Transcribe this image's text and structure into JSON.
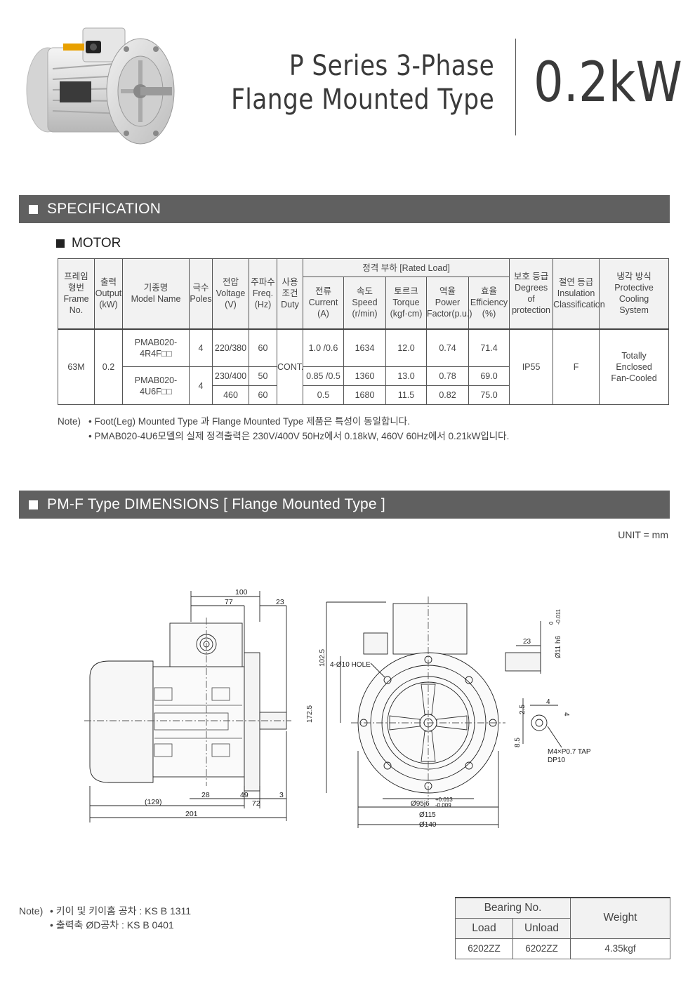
{
  "header": {
    "title_line1": "P  Series 3-Phase",
    "title_line2": "Flange Mounted Type",
    "power": "0.2kW"
  },
  "specification": {
    "section_title": "SPECIFICATION",
    "subsection": "MOTOR",
    "columns": {
      "frame": [
        "프레임",
        "형번",
        "Frame",
        "No."
      ],
      "output": [
        "출력",
        "Output",
        "(kW)"
      ],
      "model": [
        "기종명",
        "Model Name"
      ],
      "poles": [
        "극수",
        "Poles"
      ],
      "voltage": [
        "전압",
        "Voltage",
        "(V)"
      ],
      "freq": [
        "주파수",
        "Freq.",
        "(Hz)"
      ],
      "duty": [
        "사용",
        "조건",
        "Duty"
      ],
      "rated_load": "정격 부하 [Rated Load]",
      "current": [
        "전류",
        "Current",
        "(A)"
      ],
      "speed": [
        "속도",
        "Speed",
        "(r/min)"
      ],
      "torque": [
        "토르크",
        "Torque",
        "(kgf·cm)"
      ],
      "power_factor": [
        "역율",
        "Power",
        "Factor(p.u.)"
      ],
      "efficiency": [
        "효율",
        "Efficiency",
        "(%)"
      ],
      "protection": [
        "보호 등급",
        "Degrees",
        "of",
        "protection"
      ],
      "insulation": [
        "절연 등급",
        "Insulation",
        "Classification"
      ],
      "cooling": [
        "냉각 방식",
        "Protective",
        "Cooling",
        "System"
      ]
    },
    "row_common": {
      "frame": "63M",
      "output": "0.2",
      "duty": "CONT.",
      "protection": "IP55",
      "insulation": "F",
      "cooling": [
        "Totally",
        "Enclosed",
        "Fan-Cooled"
      ]
    },
    "models": [
      {
        "model": [
          "PMAB020-",
          "4R4F□□"
        ],
        "poles": "4",
        "rows": [
          {
            "voltage": "220/380",
            "freq": "60",
            "current": "1.0 /0.6",
            "speed": "1634",
            "torque": "12.0",
            "pf": "0.74",
            "eff": "71.4"
          }
        ]
      },
      {
        "model": [
          "PMAB020-",
          "4U6F□□"
        ],
        "poles": "4",
        "rows": [
          {
            "voltage": "230/400",
            "freq": "50",
            "current": "0.85 /0.5",
            "speed": "1360",
            "torque": "13.0",
            "pf": "0.78",
            "eff": "69.0"
          },
          {
            "voltage": "460",
            "freq": "60",
            "current": "0.5",
            "speed": "1680",
            "torque": "11.5",
            "pf": "0.82",
            "eff": "75.0"
          }
        ]
      }
    ],
    "note_label": "Note)",
    "notes": [
      "• Foot(Leg) Mounted Type 과 Flange Mounted Type 제품은 특성이 동일합니다.",
      "• PMAB020-4U6모델의 실제 정격출력은 230V/400V 50Hz에서 0.18kW, 460V 60Hz에서 0.21kW입니다."
    ]
  },
  "dimensions": {
    "section_title": "PM-F Type DIMENSIONS [ Flange Mounted Type ]",
    "unit": "UNIT = mm",
    "labels": {
      "d100": "100",
      "d77": "77",
      "d23": "23",
      "d129": "(129)",
      "d201": "201",
      "d28": "28",
      "d49": "49",
      "d72": "72",
      "d3": "3",
      "d172_5": "172.5",
      "d102_5": "102.5",
      "hole": "4-Ø10 HOLE",
      "d95": "Ø95j6",
      "d95_tol_up": "+0.013",
      "d95_tol_dn": "-0.009",
      "d115": "Ø115",
      "d140": "Ø140",
      "shaft": "Ø11 h6",
      "shaft_tol_up": "0",
      "shaft_tol_dn": "-0.011",
      "key23": "23",
      "key2_5": "2.5",
      "key4a": "4",
      "key4b": "4",
      "key8_5": "8.5",
      "tap": "M4×P0.7 TAP",
      "dp": "DP10"
    }
  },
  "bottom": {
    "note_label": "Note)",
    "notes": [
      "• 키이 및 키이홈 공차 : KS B 1311",
      "• 출력축 ØD공차 : KS B 0401"
    ],
    "bearing": {
      "title": "Bearing No.",
      "load": "Load",
      "unload": "Unload",
      "weight_label": "Weight",
      "load_val": "6202ZZ",
      "unload_val": "6202ZZ",
      "weight_val": "4.35kgf"
    }
  }
}
